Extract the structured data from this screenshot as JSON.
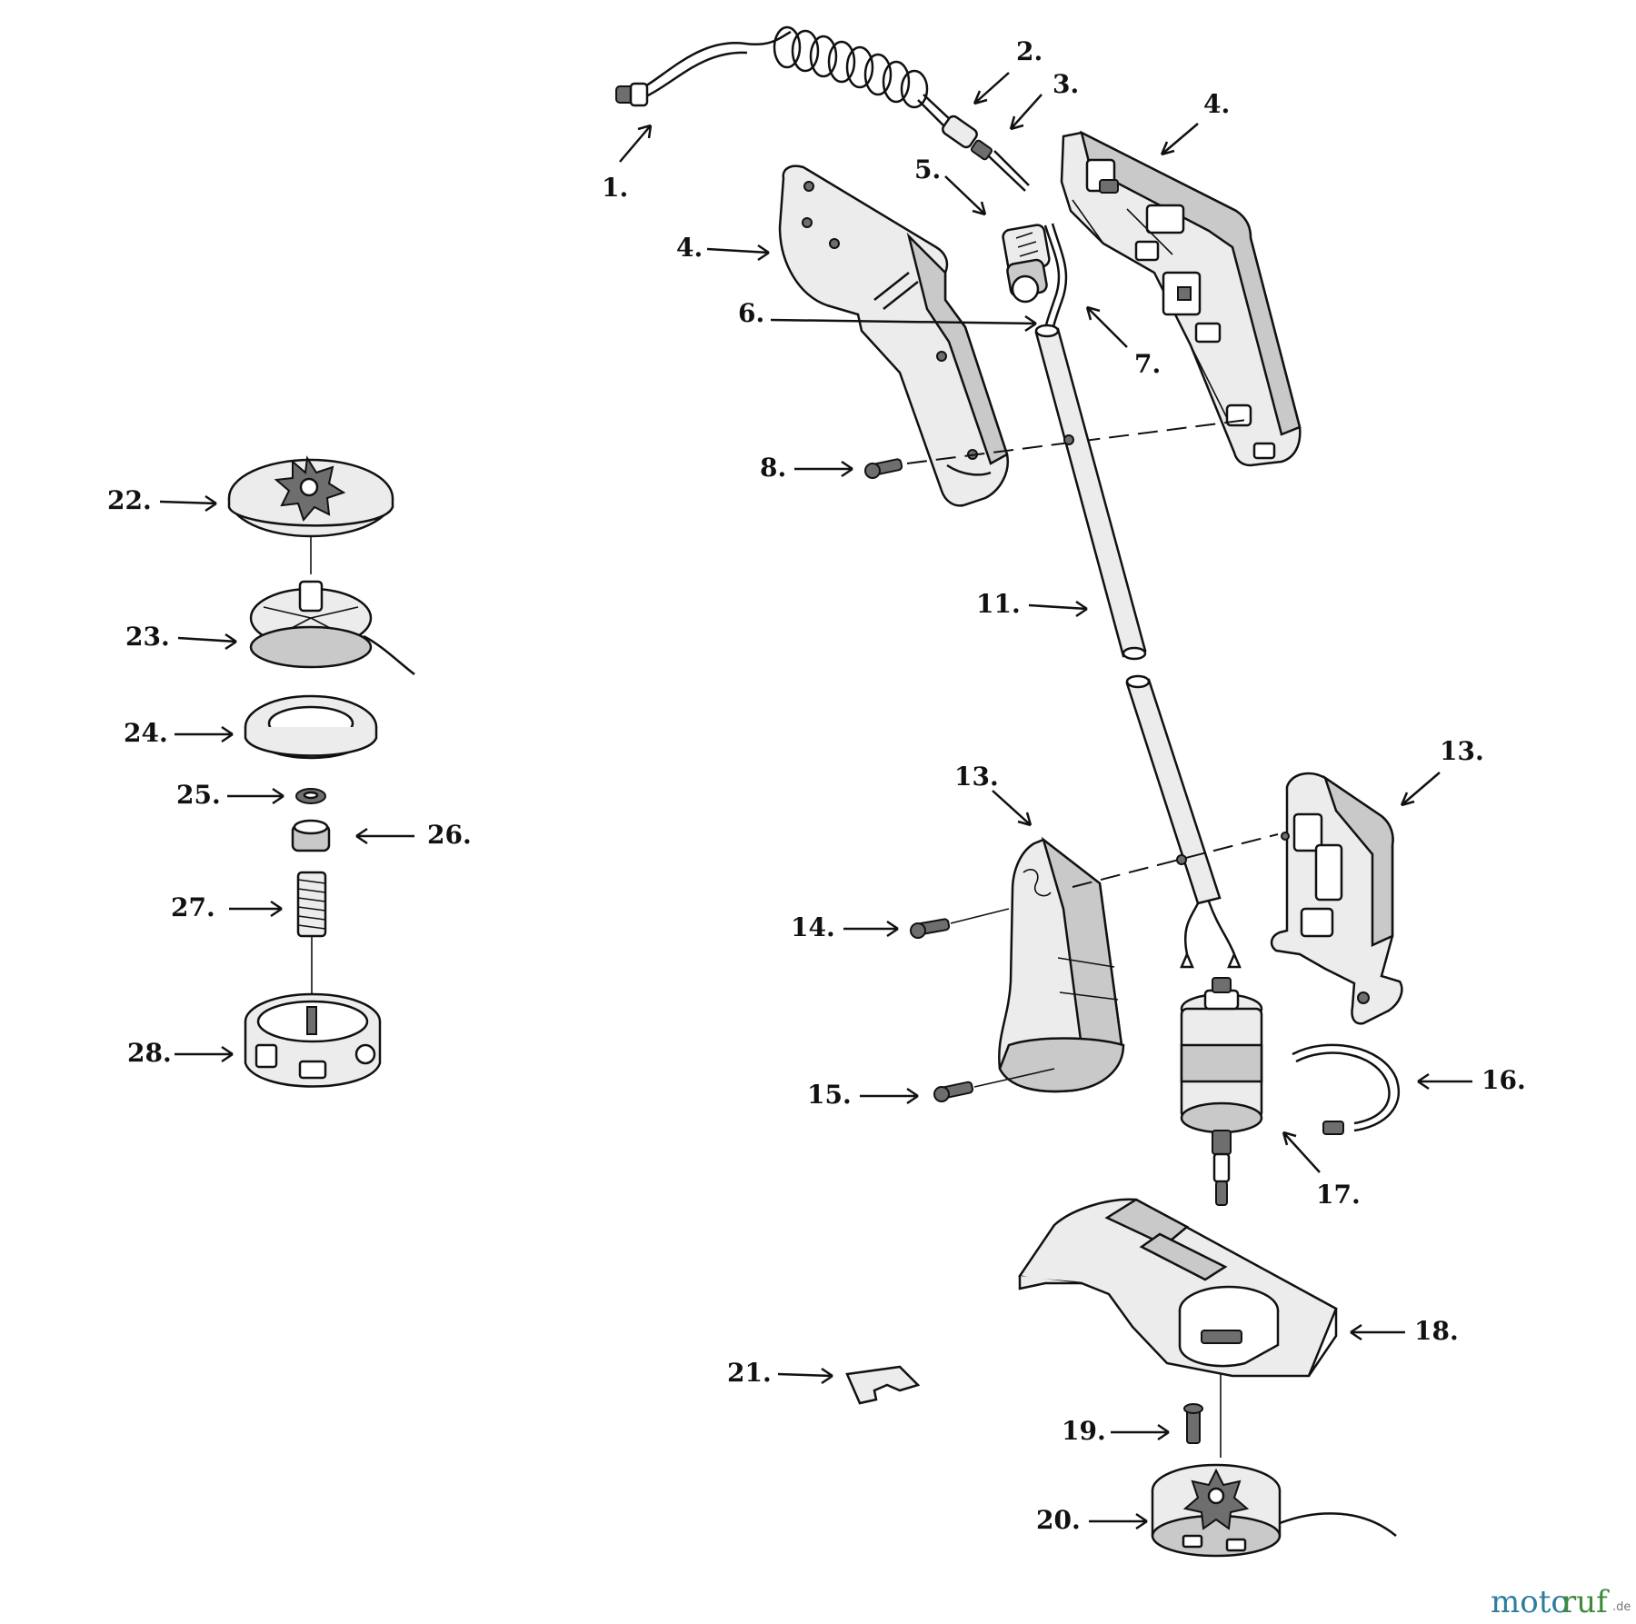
{
  "labels": {
    "p1": "1.",
    "p2": "2.",
    "p3": "3.",
    "p4a": "4.",
    "p4b": "4.",
    "p5": "5.",
    "p6": "6.",
    "p7": "7.",
    "p8": "8.",
    "p11": "11.",
    "p13a": "13.",
    "p13b": "13.",
    "p14": "14.",
    "p15": "15.",
    "p16": "16.",
    "p17": "17.",
    "p18": "18.",
    "p19": "19.",
    "p20": "20.",
    "p21": "21.",
    "p22": "22.",
    "p23": "23.",
    "p24": "24.",
    "p25": "25.",
    "p26": "26.",
    "p27": "27.",
    "p28": "28."
  },
  "watermark": {
    "part1": "moto",
    "part2": "ruf",
    "suffix": ".de"
  }
}
